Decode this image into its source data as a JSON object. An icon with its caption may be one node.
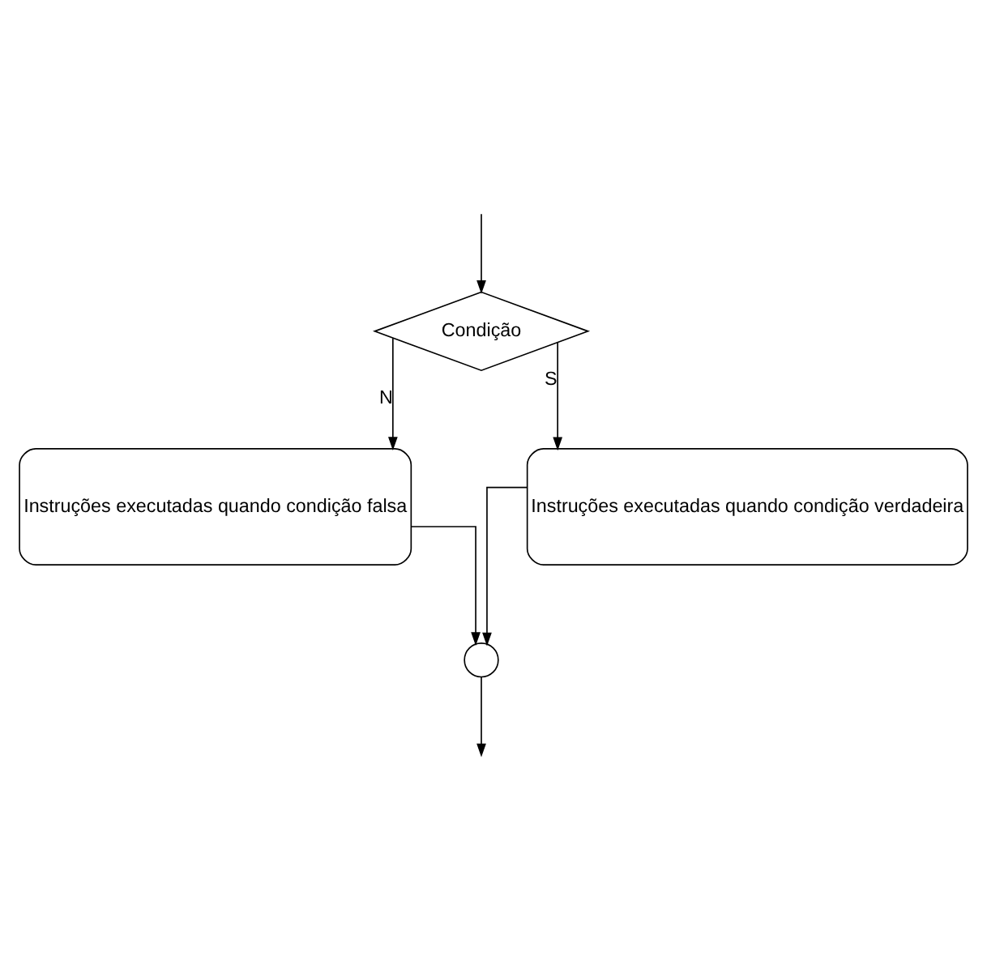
{
  "diagram": {
    "nodes": [
      {
        "text": [
          "Condição"
        ]
      },
      {
        "text": [
          "Instruções executadas quando condição falsa"
        ]
      },
      {
        "text": [
          "Instruções executadas quando condição verdadeira"
        ]
      },
      {
        "text": [],
        "shape": "circle"
      }
    ],
    "edges": [
      {
        "from": null,
        "to": 0,
        "arrow": "to"
      },
      {
        "from": 0,
        "to": 1,
        "label": "N",
        "arrow": "to"
      },
      {
        "from": 0,
        "to": 2,
        "label": "S",
        "arrow": "to"
      },
      {
        "from": 1,
        "to": 3,
        "arrow": "to"
      },
      {
        "from": 2,
        "to": 3,
        "arrow": "to"
      },
      {
        "from": 3,
        "to": null,
        "arrow": "to"
      }
    ]
  }
}
